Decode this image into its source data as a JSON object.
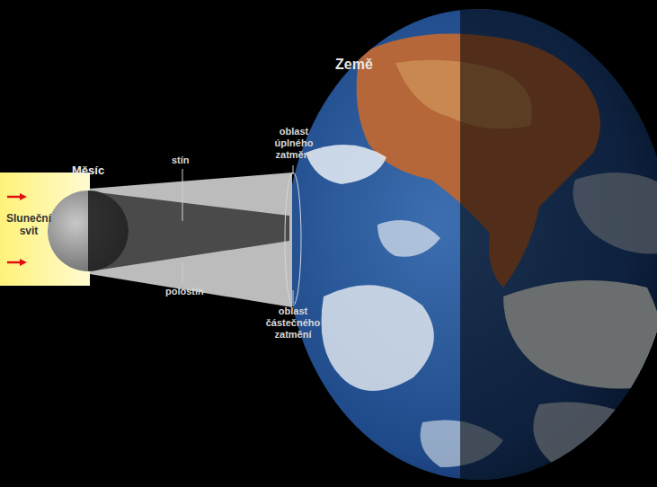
{
  "diagram": {
    "labels": [
      "Země",
      "Měsíc",
      "Sluneční svit",
      "stín",
      "polostín",
      "oblast úplného zatmění",
      "oblast částečného zatmění"
    ]
  }
}
